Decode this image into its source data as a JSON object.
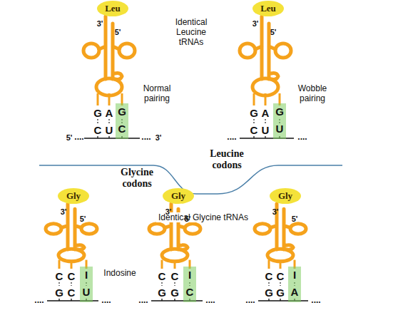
{
  "diagram": {
    "nodes": [
      {
        "text": [
          "Leu"
        ]
      },
      {
        "text": [
          "Leu"
        ]
      },
      {
        "text": [
          "G",
          "C"
        ]
      },
      {
        "text": [
          "G",
          "U"
        ]
      },
      {
        "text": [
          "Gly"
        ]
      },
      {
        "text": [
          "Gly"
        ]
      },
      {
        "text": [
          "Gly"
        ]
      },
      {
        "text": [
          "I",
          "U"
        ]
      },
      {
        "text": [
          "I",
          "C"
        ]
      },
      {
        "text": [
          "I",
          "A"
        ]
      }
    ],
    "labels": [
      "3'",
      "5'",
      "Identical Leucine tRNAs",
      "3'",
      "5'",
      "G",
      "A",
      "C",
      "U",
      "Normal pairing",
      "5'",
      "....",
      "....",
      "3'",
      "G",
      "A",
      "C",
      "U",
      "Wobble pairing",
      "....",
      "....",
      "Glycine codons",
      "Leucine codons",
      "3'",
      "5'",
      "Identical Glycine tRNAs",
      "3'",
      "5'",
      "3'",
      "5'",
      "C",
      "C",
      "G",
      "C",
      "Indosine",
      "C",
      "C",
      "G",
      "G",
      "C",
      "C",
      "G",
      "G",
      "....",
      "....",
      "....",
      "....",
      "....",
      "...."
    ]
  }
}
